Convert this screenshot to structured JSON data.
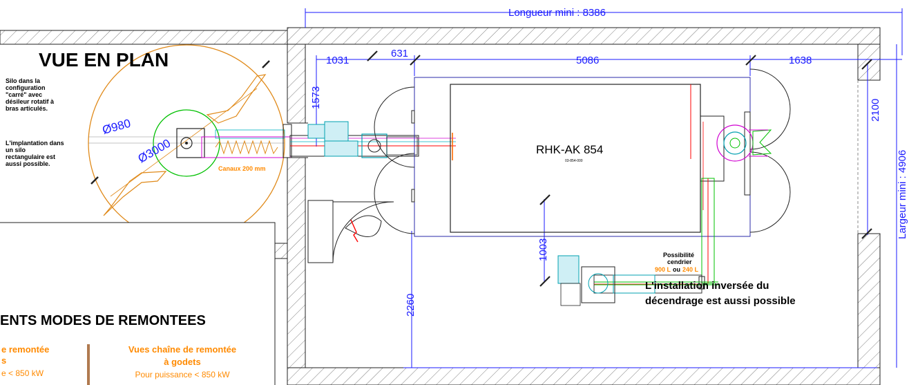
{
  "view_title": "VUE EN PLAN",
  "silo_note": "Silo dans la configuration \"carré\" avec désileur rotatif à bras articulés.",
  "silo_note2": "L'implantation dans un silo rectangulaire est aussi possible.",
  "dims": {
    "longueur": "Longueur mini : 8386",
    "largeur": "Largeur mini : 4906",
    "d1031": "1031",
    "d631": "631",
    "d5086": "5086",
    "d1638": "1638",
    "d1573": "1573",
    "d2100": "2100",
    "d1003": "1003",
    "d2260": "2260",
    "d980": "Ø980",
    "d3000": "Ø3000"
  },
  "canaux": "Canaux 200 mm",
  "boiler": {
    "name": "RHK-AK 854",
    "code": "03-854-000"
  },
  "cendrier": {
    "line1": "Possibilité",
    "line2": "cendrier",
    "v900": "900 L",
    "ou": "ou",
    "v240": "240 L"
  },
  "decendrage_note1": "L'installation inversée du",
  "decendrage_note2": "décendrage est aussi possible",
  "modes": {
    "heading": "ENTS MODES DE REMONTEES",
    "left_title1": "e remontée",
    "left_title2": "s",
    "left_sub": "e < 850 kW",
    "right_title1": "Vues chaîne de remontée",
    "right_title2": "à godets",
    "right_sub": "Pour puissance < 850 kW"
  },
  "colors": {
    "dimension": "#1a1aff",
    "silo": "#e08a1a",
    "green": "#00c000",
    "magenta": "#d000d0",
    "cyan": "#00b0c0",
    "red": "#ff0000"
  }
}
